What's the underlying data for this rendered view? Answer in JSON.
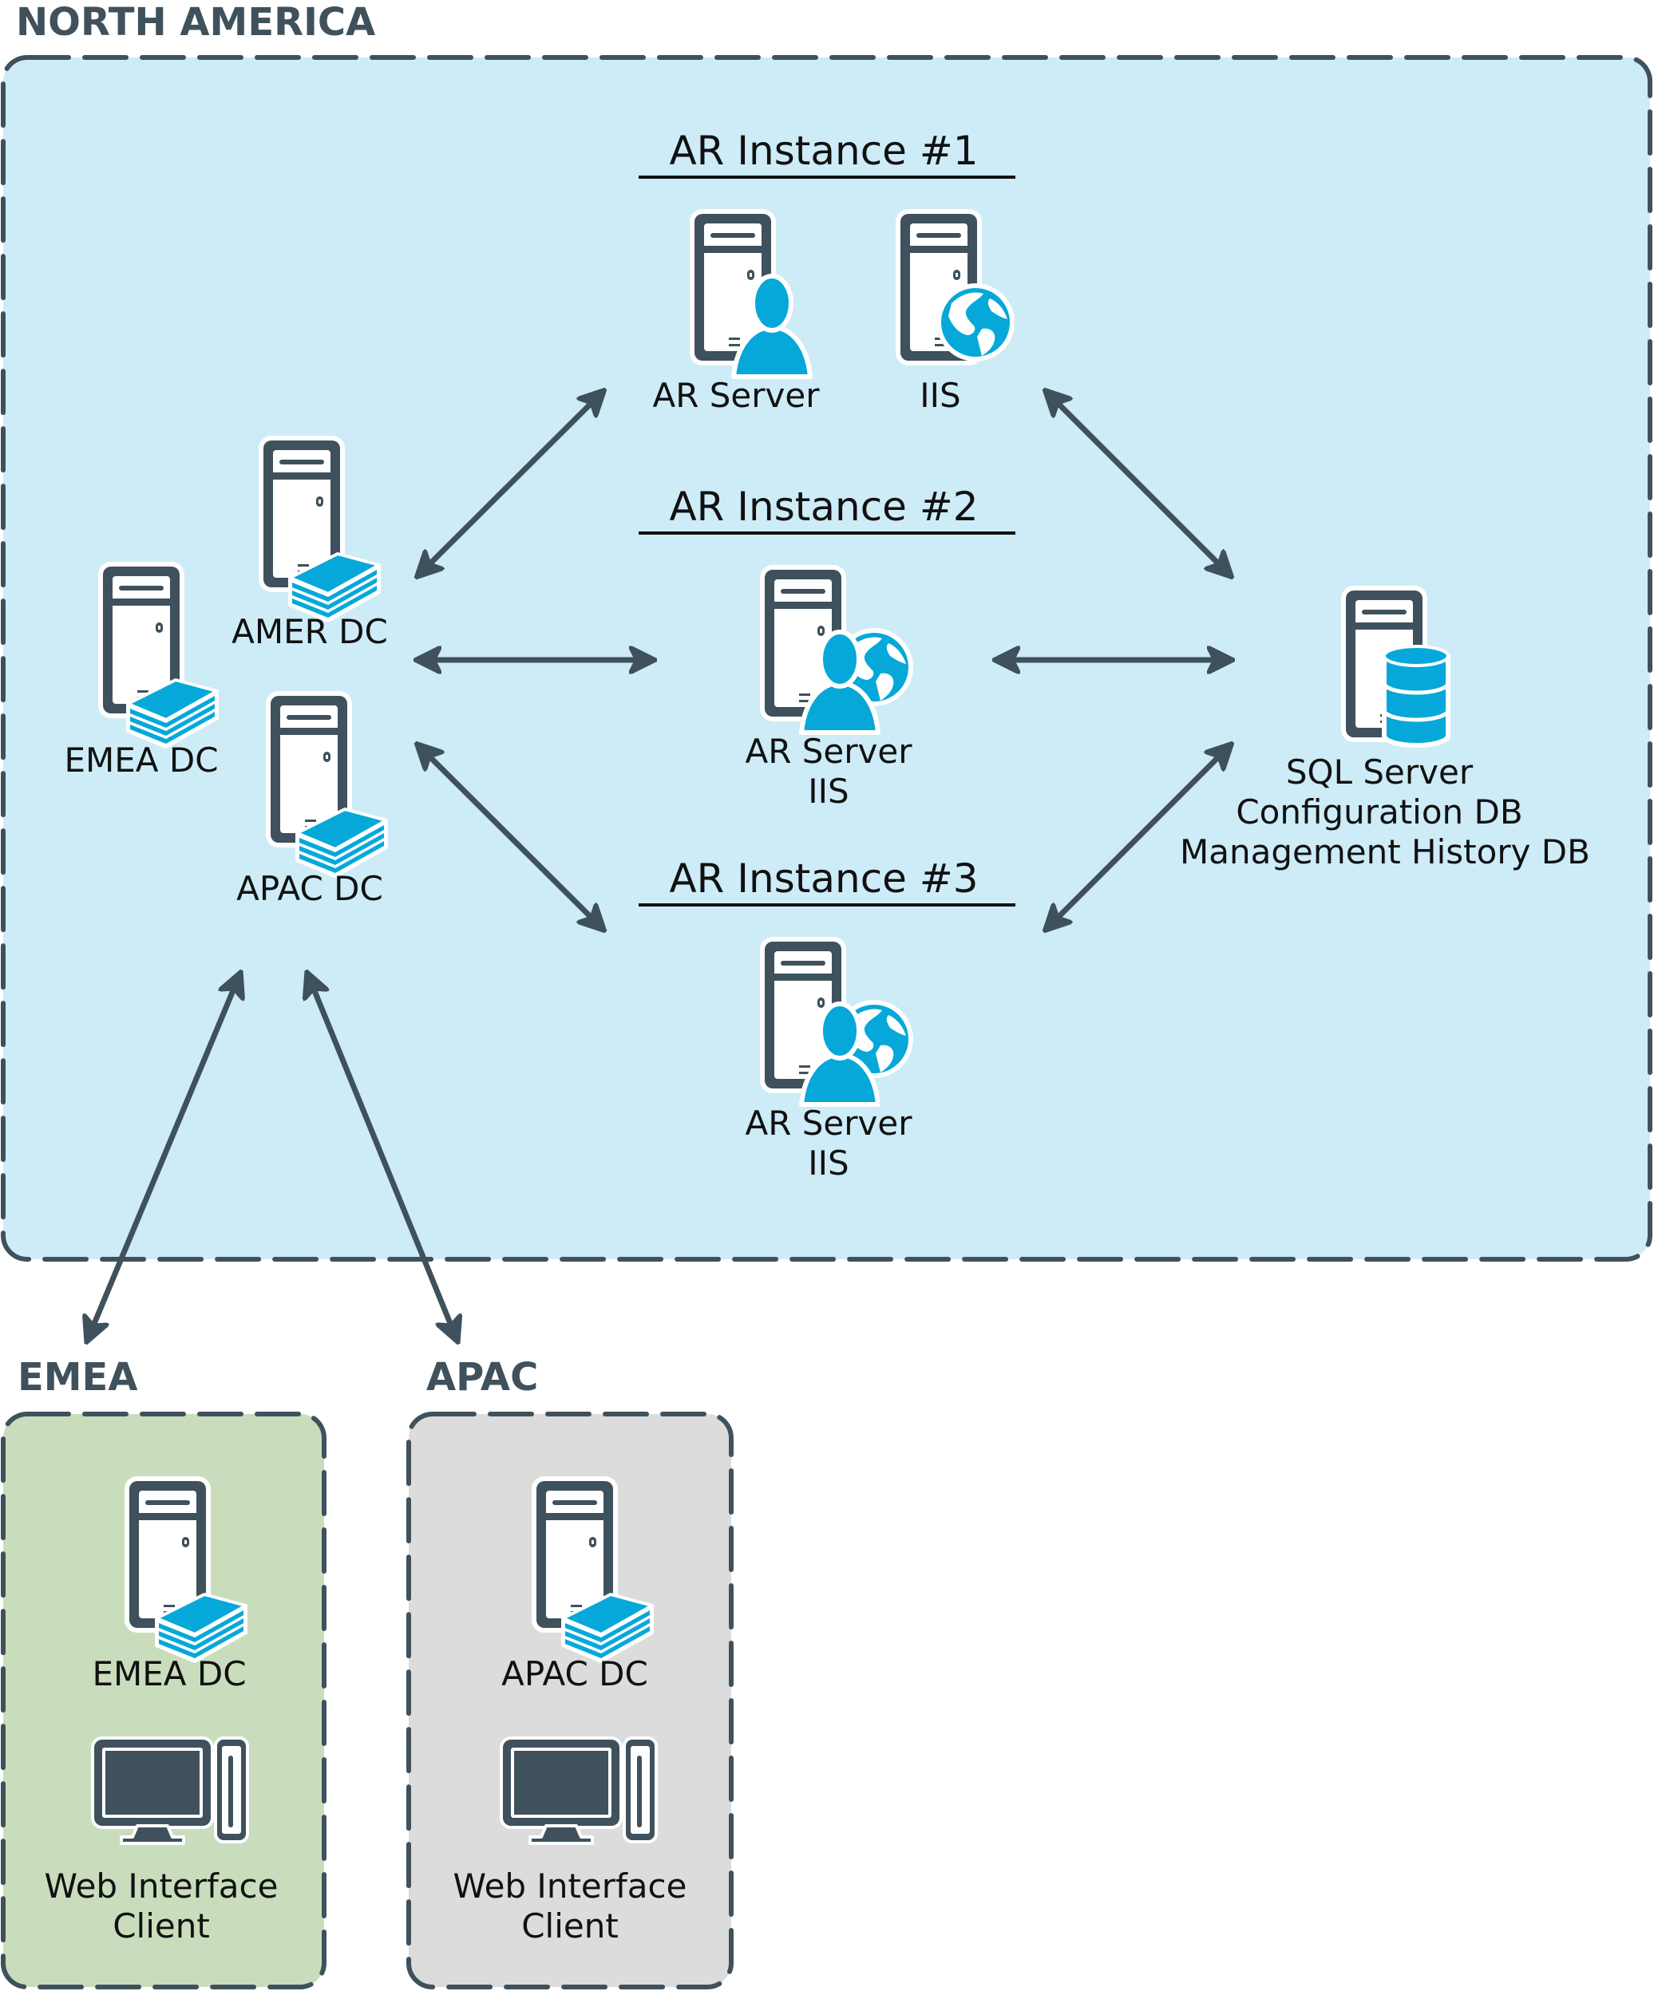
{
  "colors": {
    "dark": "#3F515C",
    "accent": "#06A8D9",
    "north_america_bg": "#CDECF7",
    "emea_bg": "#C9DDBD",
    "apac_bg": "#DCDCDC"
  },
  "regions": {
    "north_america": {
      "title": "NORTH AMERICA",
      "domain_controllers": [
        {
          "label": "AMER DC",
          "icon": "domain-controller-icon"
        },
        {
          "label": "EMEA DC",
          "icon": "domain-controller-icon"
        },
        {
          "label": "APAC DC",
          "icon": "domain-controller-icon"
        }
      ],
      "instances": [
        {
          "title": "AR Instance #1",
          "servers": [
            {
              "label": "AR Server",
              "icon": "ar-server-icon"
            },
            {
              "label": "IIS",
              "icon": "iis-server-icon"
            }
          ]
        },
        {
          "title": "AR Instance #2",
          "servers": [
            {
              "label_line1": "AR Server",
              "label_line2": "IIS",
              "icon": "ar-server-iis-icon"
            }
          ]
        },
        {
          "title": "AR Instance #3",
          "servers": [
            {
              "label_line1": "AR Server",
              "label_line2": "IIS",
              "icon": "ar-server-iis-icon"
            }
          ]
        }
      ],
      "sql": {
        "line1": "SQL Server",
        "line2": "Configuration DB",
        "line3": "Management History DB",
        "icon": "database-server-icon"
      }
    },
    "emea": {
      "title": "EMEA",
      "dc_label": "EMEA DC",
      "client_line1": "Web Interface",
      "client_line2": "Client"
    },
    "apac": {
      "title": "APAC",
      "dc_label": "APAC DC",
      "client_line1": "Web Interface",
      "client_line2": "Client"
    }
  },
  "connections": [
    {
      "from": "DCs",
      "to": "AR Instance #1",
      "type": "bidirectional"
    },
    {
      "from": "DCs",
      "to": "AR Instance #2",
      "type": "bidirectional"
    },
    {
      "from": "DCs",
      "to": "AR Instance #3",
      "type": "bidirectional"
    },
    {
      "from": "AR Instance #1",
      "to": "SQL Server",
      "type": "bidirectional"
    },
    {
      "from": "AR Instance #2",
      "to": "SQL Server",
      "type": "bidirectional"
    },
    {
      "from": "AR Instance #3",
      "to": "SQL Server",
      "type": "bidirectional"
    },
    {
      "from": "North America DCs",
      "to": "EMEA",
      "type": "bidirectional"
    },
    {
      "from": "North America DCs",
      "to": "APAC",
      "type": "bidirectional"
    }
  ]
}
